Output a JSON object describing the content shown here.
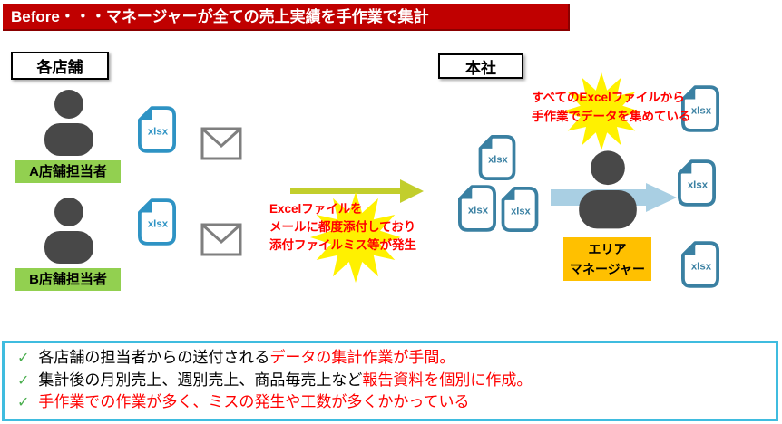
{
  "title_bar": {
    "text": "Before・・・マネージャーが全ての売上実績を手作業で集計"
  },
  "stores": {
    "section_label": "各店舗",
    "members": [
      {
        "name": "A店舗担当者"
      },
      {
        "name": "B店舗担当者"
      }
    ]
  },
  "hq": {
    "section_label": "本社",
    "manager_label_line1": "エリア",
    "manager_label_line2": "マネージャー"
  },
  "icons": {
    "xlsx_label": "xlsx"
  },
  "callouts": {
    "mail": {
      "line1": "Excelファイルを",
      "line2": "メールに都度添付しており",
      "line3": "添付ファイルミス等が発生"
    },
    "manual": {
      "line1": "すべてのExcelファイルから",
      "line2": "手作業でデータを集めている"
    }
  },
  "issues": {
    "check_glyph": "✓",
    "items": [
      {
        "prefix": "各店舗の担当者からの送付される",
        "highlight": "データの集計作業が手間。"
      },
      {
        "prefix": "集計後の月別売上、週別売上、商品毎売上など",
        "highlight": "報告資料を個別に作成。"
      },
      {
        "prefix": "",
        "highlight": "手作業での作業が多く、ミスの発生や工数が多くかかっている"
      }
    ]
  },
  "colors": {
    "banner_red": "#C00000",
    "store_green": "#92D050",
    "manager_orange": "#FFC000",
    "file_blue": "#2E93C4",
    "file_teal": "#3A80A2",
    "burst_yellow": "#FFF100",
    "alert_red": "#FF0000",
    "arrow_olive": "#C2CE2C",
    "arrow_blue": "#A9CFE3",
    "panel_border_cyan": "#3FBCDF",
    "check_green": "#4CAF50"
  }
}
